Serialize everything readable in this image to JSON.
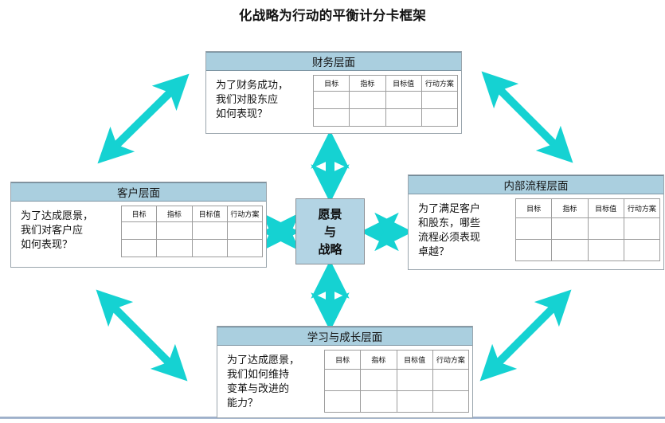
{
  "page": {
    "title": "化战略为行动的平衡计分卡框架",
    "background_color": "#ffffff",
    "arrow_color": "#15d2d2",
    "header_band_color": "#aacfdf",
    "vision_fill_color": "#b3d4e4",
    "box_border_color": "#9aa5ad",
    "footer_rule_color": "#a8b9d1"
  },
  "center": {
    "name": "vision-and-strategy",
    "lines": [
      "愿景",
      "与",
      "战略"
    ]
  },
  "table_columns": [
    "目标",
    "指标",
    "目标值",
    "行动方案"
  ],
  "table_empty_rows": 2,
  "perspectives": [
    {
      "id": "financial",
      "title": "财务层面",
      "question": "为了财务成功，\n我们对股东应\n如何表现？",
      "columns": [
        "目标",
        "指标",
        "目标值",
        "行动方案"
      ]
    },
    {
      "id": "customer",
      "title": "客户层面",
      "question": "为了达成愿景，\n我们对客户应\n如何表现？",
      "columns": [
        "目标",
        "指标",
        "目标值",
        "行动方案"
      ]
    },
    {
      "id": "internal-process",
      "title": "内部流程层面",
      "question": "为了满足客户\n和股东，哪些\n流程必须表现\n卓越？",
      "columns": [
        "目标",
        "指标",
        "目标值",
        "行动方案"
      ]
    },
    {
      "id": "learning-growth",
      "title": "学习与成长层面",
      "question": "为了达成愿景，\n我们如何维持\n变革与改进的\n能力？",
      "columns": [
        "目标",
        "指标",
        "目标值",
        "行动方案"
      ]
    }
  ],
  "connectors": [
    {
      "name": "arrow-vision-financial",
      "type": "double-headed",
      "orientation": "vertical"
    },
    {
      "name": "arrow-vision-learning",
      "type": "double-headed",
      "orientation": "vertical"
    },
    {
      "name": "arrow-vision-customer",
      "type": "double-headed",
      "orientation": "horizontal"
    },
    {
      "name": "arrow-vision-process",
      "type": "double-headed",
      "orientation": "horizontal"
    },
    {
      "name": "arrow-customer-financial",
      "type": "double-headed",
      "orientation": "diagonal"
    },
    {
      "name": "arrow-financial-process",
      "type": "double-headed",
      "orientation": "diagonal"
    },
    {
      "name": "arrow-customer-learning",
      "type": "double-headed",
      "orientation": "diagonal"
    },
    {
      "name": "arrow-learning-process",
      "type": "double-headed",
      "orientation": "diagonal"
    }
  ]
}
